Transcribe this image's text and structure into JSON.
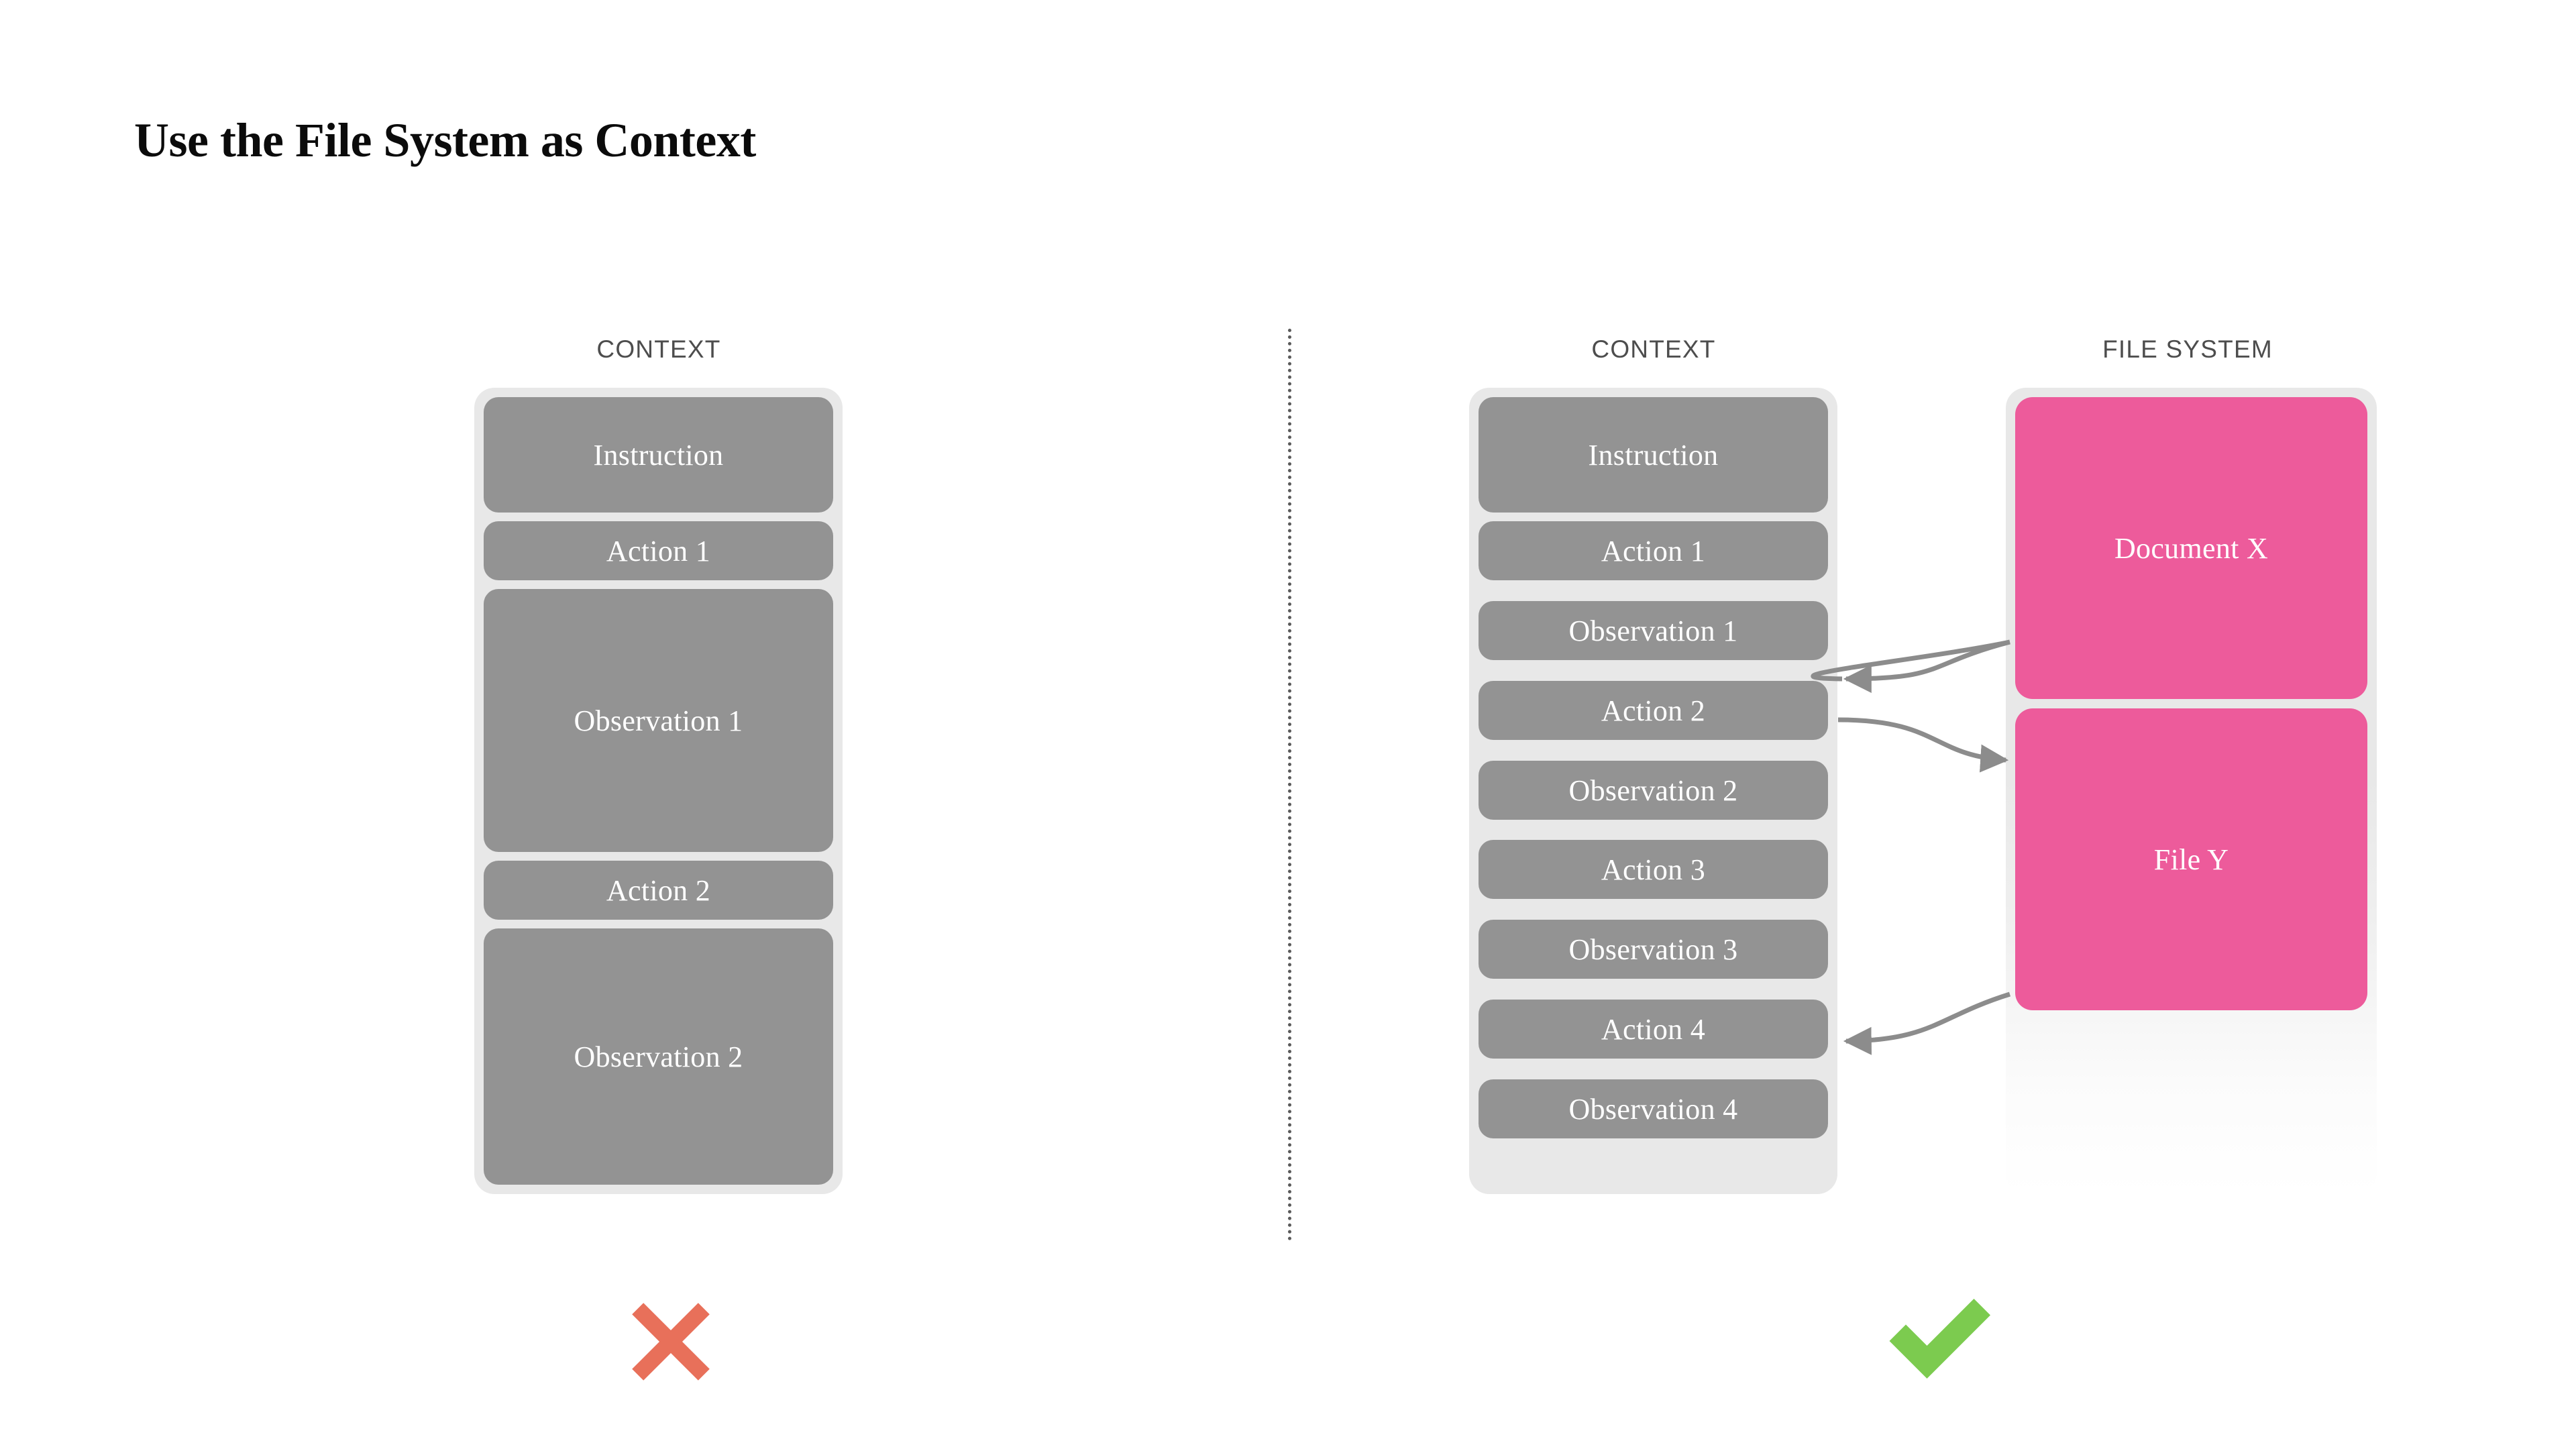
{
  "title": "Use the File System as Context",
  "colors": {
    "pink": "#ed5b9b",
    "gray_block": "#939393",
    "container": "#e8e8e8",
    "cross_red": "#e8705a",
    "check_green": "#7ccb4f",
    "arrow_gray": "#8c8c8c",
    "divider_gray": "#5a5a5a",
    "header_text": "#4d4d4d",
    "title_text": "#0b0b0b"
  },
  "left_panel": {
    "header": "CONTEXT",
    "verdict_icon": "cross-icon",
    "blocks": [
      {
        "label": "Instruction",
        "height_ratio": "large"
      },
      {
        "label": "Action 1",
        "height_ratio": "small"
      },
      {
        "label": "Observation 1",
        "height_ratio": "xlarge"
      },
      {
        "label": "Action 2",
        "height_ratio": "small"
      },
      {
        "label": "Observation 2",
        "height_ratio": "xlarge"
      }
    ]
  },
  "right_panel": {
    "context": {
      "header": "CONTEXT",
      "blocks": [
        {
          "label": "Instruction"
        },
        {
          "label": "Action 1"
        },
        {
          "label": "Observation 1"
        },
        {
          "label": "Action 2"
        },
        {
          "label": "Observation 2"
        },
        {
          "label": "Action 3"
        },
        {
          "label": "Observation 3"
        },
        {
          "label": "Action 4"
        },
        {
          "label": "Observation 4"
        }
      ]
    },
    "file_system": {
      "header": "FILE SYSTEM",
      "blocks": [
        {
          "label": "Document X"
        },
        {
          "label": "File Y"
        }
      ]
    },
    "verdict_icon": "check-icon",
    "arrows": [
      {
        "from": "Document X",
        "to": "Observation 1",
        "direction": "left"
      },
      {
        "from": "Action 2",
        "to": "File Y",
        "direction": "right"
      },
      {
        "from": "File Y",
        "to": "Action 4",
        "direction": "left"
      }
    ]
  }
}
